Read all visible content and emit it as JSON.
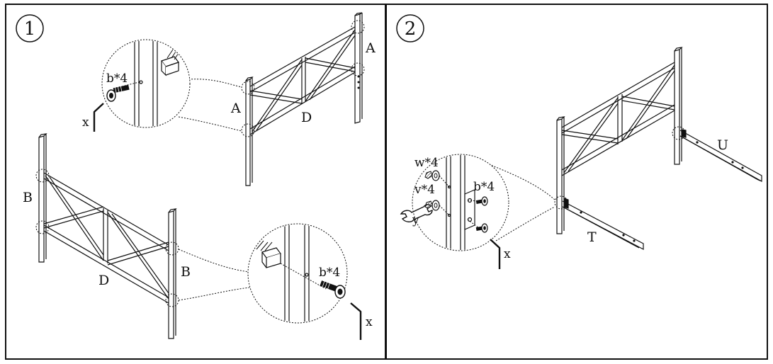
{
  "panels": [
    {
      "step": "1",
      "labels": {
        "frame_a_left": "A",
        "frame_a_right": "A",
        "frame_a_beam": "D",
        "hardware_top": "b*4",
        "tool_top": "x",
        "frame_b_left": "B",
        "frame_b_right": "B",
        "frame_b_beam": "D",
        "hardware_bottom": "b*4",
        "tool_bottom": "x"
      }
    },
    {
      "step": "2",
      "labels": {
        "washer_w": "w*4",
        "washer_v": "v*4",
        "bolt_b": "b*4",
        "wrench_y": "y",
        "tool_x": "x",
        "rail_u": "U",
        "rail_t": "T"
      }
    }
  ],
  "colors": {
    "ink": "#111111",
    "background": "#ffffff"
  }
}
